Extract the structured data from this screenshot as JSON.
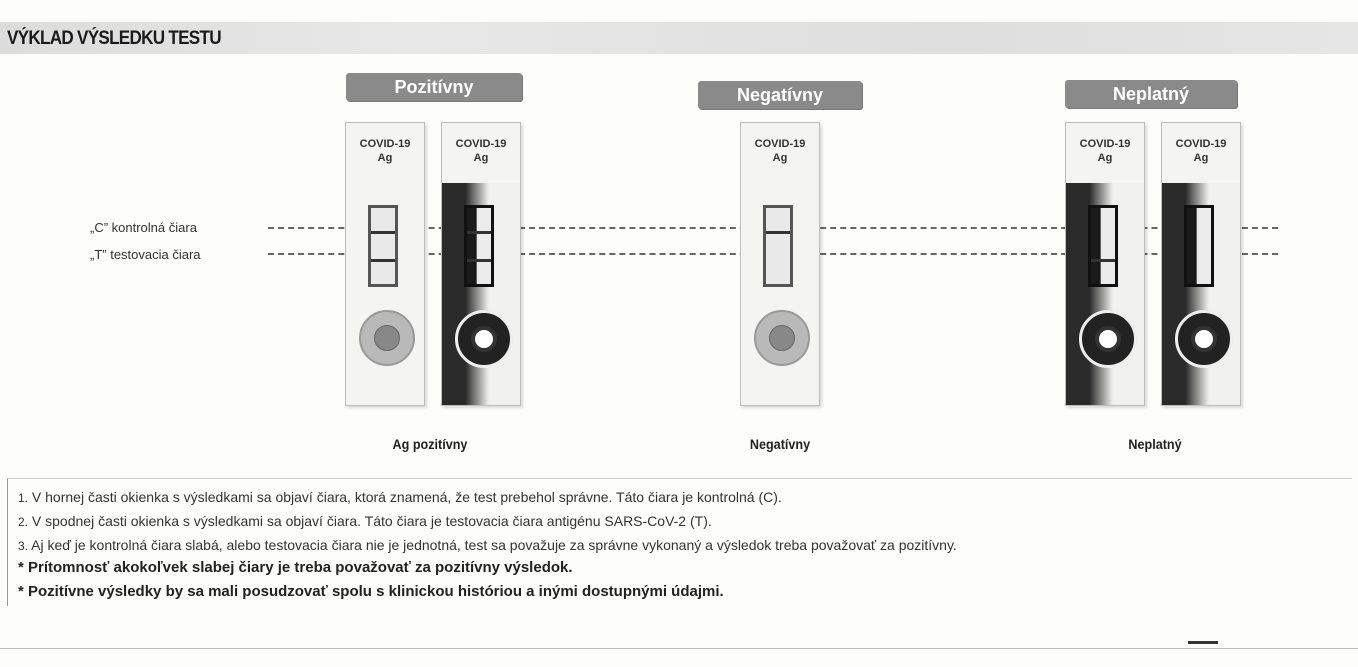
{
  "title": "VÝKLAD VÝSLEDKU TESTU",
  "badges": {
    "positive": "Pozitívny",
    "negative": "Negatívny",
    "invalid": "Neplatný"
  },
  "line_labels": {
    "control": "„C” kontrolná čiara",
    "test": "„T” testovacia čiara"
  },
  "cassette": {
    "brand_line1": "COVID-19",
    "brand_line2": "Ag"
  },
  "captions": {
    "positive": "Ag pozitívny",
    "negative": "Negatívny",
    "invalid": "Neplatný"
  },
  "notes": [
    {
      "num": "1.",
      "text": "V hornej časti okienka s výsledkami sa objaví čiara, ktorá znamená, že test prebehol správne. Táto čiara je kontrolná (C)."
    },
    {
      "num": "2.",
      "text": "V spodnej časti okienka s výsledkami sa objaví čiara. Táto čiara je testovacia čiara antigénu SARS-CoV-2 (T)."
    },
    {
      "num": "3.",
      "text": "Aj keď je kontrolná čiara slabá, alebo testovacia čiara nie je jednotná, test sa považuje za správne vykonaný a výsledok treba považovať za pozitívny."
    }
  ],
  "bold_notes": [
    "* Prítomnosť akokoľvek slabej čiary je treba považovať za pozitívny výsledok.",
    "* Pozitívne výsledky by sa mali posudzovať spolu s klinickou históriou a inými dostupnými údajmi."
  ]
}
